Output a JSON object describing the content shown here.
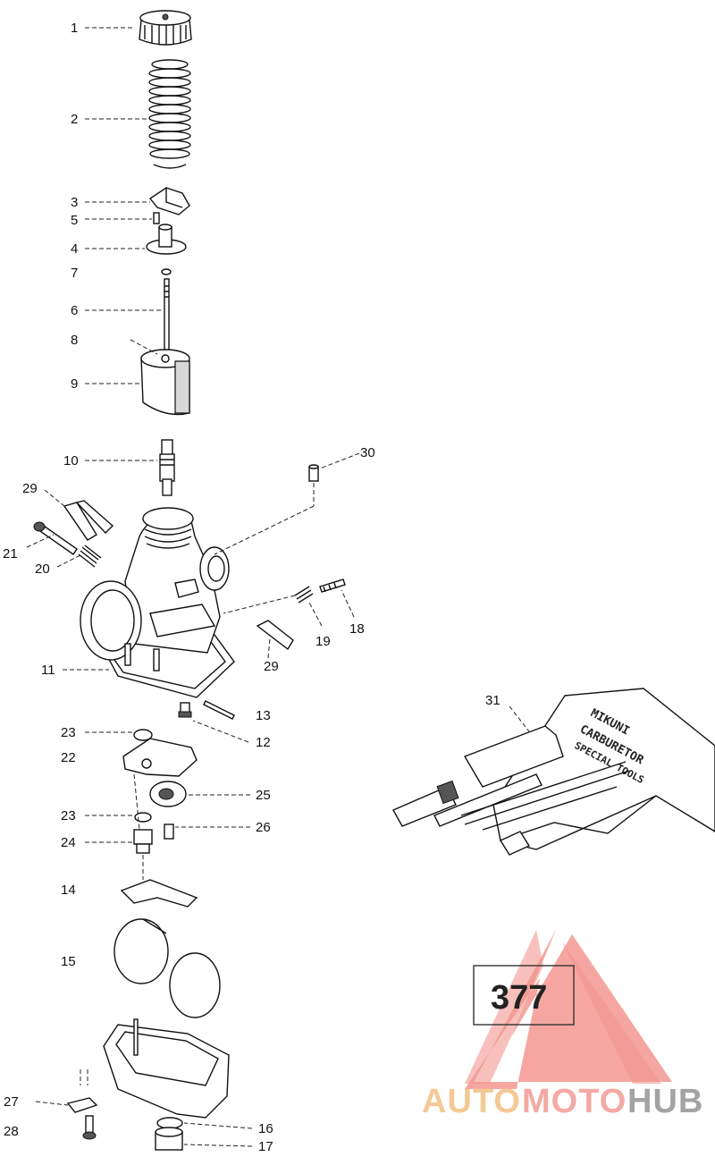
{
  "callouts": [
    {
      "id": "1",
      "label": "1"
    },
    {
      "id": "2",
      "label": "2"
    },
    {
      "id": "3",
      "label": "3"
    },
    {
      "id": "5",
      "label": "5"
    },
    {
      "id": "4",
      "label": "4"
    },
    {
      "id": "7",
      "label": "7"
    },
    {
      "id": "6",
      "label": "6"
    },
    {
      "id": "8",
      "label": "8"
    },
    {
      "id": "9",
      "label": "9"
    },
    {
      "id": "10",
      "label": "10"
    },
    {
      "id": "30",
      "label": "30"
    },
    {
      "id": "29a",
      "label": "29"
    },
    {
      "id": "21",
      "label": "21"
    },
    {
      "id": "20",
      "label": "20"
    },
    {
      "id": "19",
      "label": "19"
    },
    {
      "id": "18",
      "label": "18"
    },
    {
      "id": "29b",
      "label": "29"
    },
    {
      "id": "11",
      "label": "11"
    },
    {
      "id": "13",
      "label": "13"
    },
    {
      "id": "12",
      "label": "12"
    },
    {
      "id": "23a",
      "label": "23"
    },
    {
      "id": "22",
      "label": "22"
    },
    {
      "id": "25",
      "label": "25"
    },
    {
      "id": "23b",
      "label": "23"
    },
    {
      "id": "26",
      "label": "26"
    },
    {
      "id": "24",
      "label": "24"
    },
    {
      "id": "14",
      "label": "14"
    },
    {
      "id": "15",
      "label": "15"
    },
    {
      "id": "27",
      "label": "27"
    },
    {
      "id": "28",
      "label": "28"
    },
    {
      "id": "16",
      "label": "16"
    },
    {
      "id": "17",
      "label": "17"
    },
    {
      "id": "31",
      "label": "31"
    }
  ],
  "page_number": "377",
  "tool_kit_text": {
    "line1": "MIKUNI",
    "line2": "CARBURETOR",
    "line3": "SPECIAL TOOLS"
  },
  "watermark": {
    "part1": "AUTO",
    "part2": "MOTO",
    "part3": "HUB",
    "colors": {
      "part1": "#f5c48a",
      "part2": "#f4a09a",
      "part3": "#9a9a9a",
      "triangle": "#f28b84"
    }
  }
}
